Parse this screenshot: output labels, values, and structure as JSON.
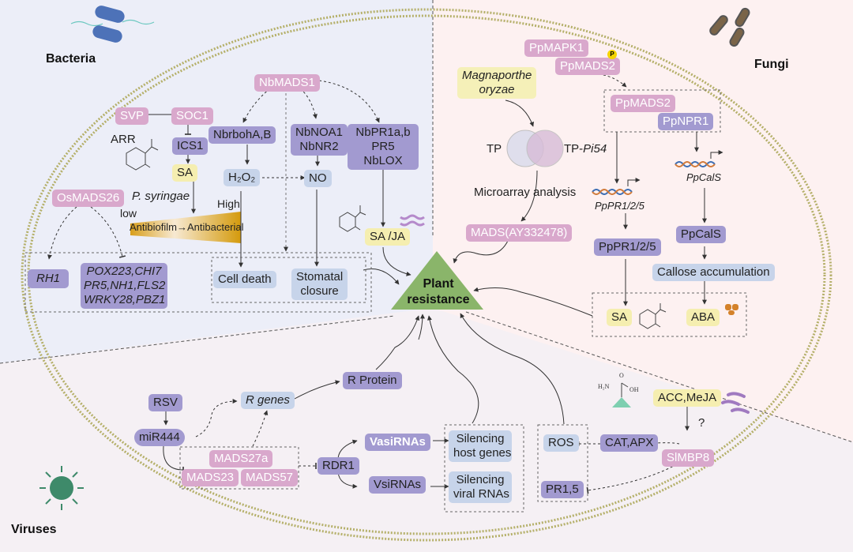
{
  "regions": {
    "bacteria": {
      "title": "Bacteria",
      "bg": "#eceef8"
    },
    "fungi": {
      "title": "Fungi",
      "bg": "#fdf1f1"
    },
    "viruses": {
      "title": "Viruses",
      "bg": "#f5f0f4"
    }
  },
  "center": {
    "line1": "Plant",
    "line2": "resistance",
    "color": "#8ab56a"
  },
  "colors": {
    "pink": "#d9a8cc",
    "purple": "#a29ad0",
    "light_blue": "#c7d4ea",
    "yellow": "#f5eeb0",
    "membrane": "#b5b06a"
  },
  "bacteria": {
    "svp": "SVP",
    "soc1": "SOC1",
    "arr": "ARR",
    "ics1": "ICS1",
    "sa": "SA",
    "p_syringae": "P. syringae",
    "low": "low",
    "high": "High",
    "gradient": "Antibiofilm→Antibacterial",
    "osmads26": "OsMADS26",
    "rh1": "RH1",
    "genes_line1": "POX223,CHI7",
    "genes_line2": "PR5,NH1,FLS2",
    "genes_line3": "WRKY28,PBZ1",
    "nbmads1": "NbMADS1",
    "nbrboh": "NbrbohA,B",
    "nbnoa1": "NbNOA1",
    "nbnr2": "NbNR2",
    "nbpr_line1": "NbPR1a,b",
    "nbpr_line2": "PR5",
    "nbpr_line3": "NbLOX",
    "h2o2": "H₂O₂",
    "no": "NO",
    "sa_ja": "SA /JA",
    "cell_death": "Cell death",
    "stomatal_line1": "Stomatal",
    "stomatal_line2": "closure"
  },
  "fungi": {
    "ppmapk1": "PpMAPK1",
    "ppmads2_top": "PpMADS2",
    "phospho": "P",
    "magnaporthe_line1": "Magnaporthe",
    "magnaporthe_line2": "oryzae",
    "tp": "TP",
    "tp_pi54_prefix": "TP-",
    "tp_pi54_italic": "Pi54",
    "microarray": "Microarray analysis",
    "mads_ay": "MADS(AY332478)",
    "ppmads2_complex": "PpMADS2",
    "ppnpr1": "PpNPR1",
    "pppr_gene": "PpPR1/2/5",
    "ppcals_gene": "PpCalS",
    "pppr_protein": "PpPR1/2/5",
    "ppcals_protein": "PpCalS",
    "callose": "Callose accumulation",
    "sa": "SA",
    "aba": "ABA"
  },
  "viruses": {
    "rsv": "RSV",
    "mir444": "miR444",
    "r_genes": "R genes",
    "r_protein": "R Protein",
    "mads27a": "MADS27a",
    "mads23": "MADS23",
    "mads57": "MADS57",
    "rdr1": "RDR1",
    "vasirnas": "VasiRNAs",
    "vsirnas": "VsiRNAs",
    "silencing_host_line1": "Silencing",
    "silencing_host_line2": "host genes",
    "silencing_viral_line1": "Silencing",
    "silencing_viral_line2": "viral RNAs",
    "ros": "ROS",
    "pr15": "PR1,5",
    "cat_apx": "CAT,APX",
    "simbp8": "SlMBP8",
    "acc_meja": "ACC,MeJA",
    "question": "?"
  }
}
